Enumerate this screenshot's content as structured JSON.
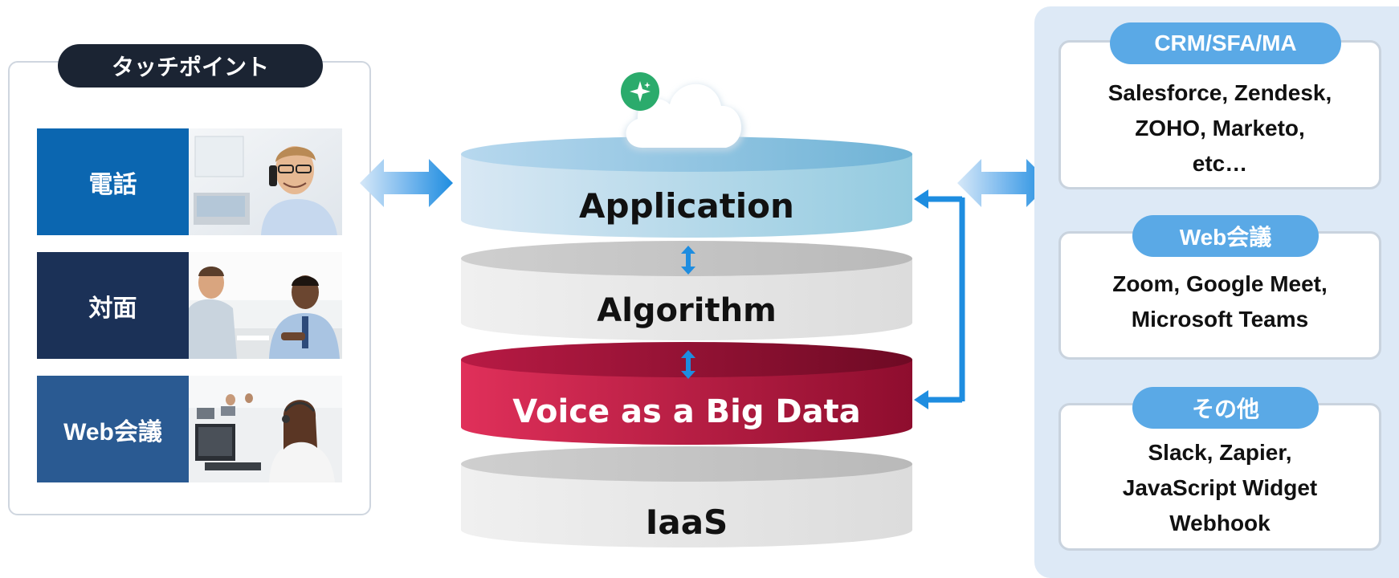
{
  "touchpoints": {
    "title": "タッチポイント",
    "items": [
      {
        "label": "電話",
        "color": "#0b66b0"
      },
      {
        "label": "対面",
        "color": "#1b3157"
      },
      {
        "label": "Web会議",
        "color": "#2a5a92"
      }
    ]
  },
  "stack": {
    "layers": [
      {
        "label": "Application"
      },
      {
        "label": "Algorithm"
      },
      {
        "label": "Voice as a Big Data"
      },
      {
        "label": "IaaS"
      }
    ]
  },
  "integrations": [
    {
      "title": "CRM/SFA/MA",
      "lines": [
        "Salesforce, Zendesk,",
        "ZOHO, Marketo,",
        "etc…"
      ]
    },
    {
      "title": "Web会議",
      "lines": [
        "Zoom, Google Meet,",
        "Microsoft Teams"
      ]
    },
    {
      "title": "その他",
      "lines": [
        "Slack, Zapier,",
        "JavaScript Widget",
        "Webhook"
      ]
    }
  ],
  "colors": {
    "accent_blue": "#1e8de0",
    "big_data_red": "#c0163f",
    "pill_blue": "#5aa9e6"
  }
}
